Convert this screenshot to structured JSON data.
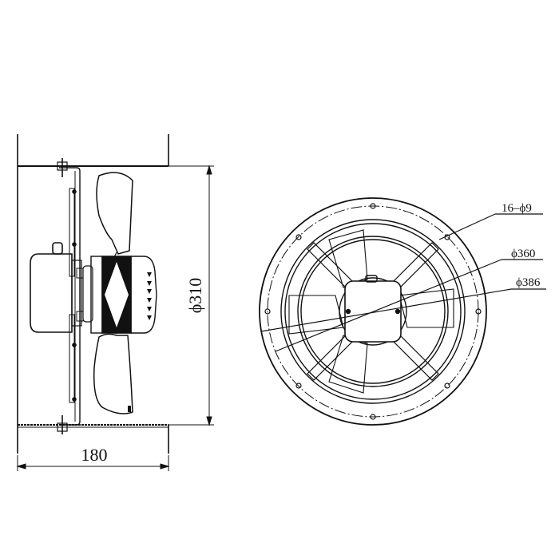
{
  "drawing": {
    "subject": "axial fan technical drawing",
    "side_view": {
      "width_label": "180",
      "diameter_label": "ϕ310"
    },
    "front_view": {
      "labels": [
        {
          "id": "bolt-holes",
          "text": "16–ϕ9"
        },
        {
          "id": "bolt-circle",
          "text": "ϕ360"
        },
        {
          "id": "outer-diameter",
          "text": "ϕ386"
        }
      ]
    },
    "colors": {
      "line": "#111111",
      "background": "#ffffff"
    }
  }
}
